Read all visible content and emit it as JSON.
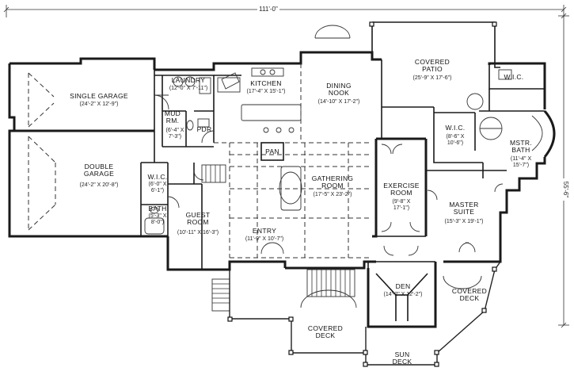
{
  "dimensions": {
    "overall_width": "111'-0\"",
    "overall_depth": "55'-6\""
  },
  "rooms": {
    "single_garage": {
      "name": "SINGLE GARAGE",
      "size": "(24'-2\" X 12'-9\")"
    },
    "double_garage": {
      "name_line1": "DOUBLE",
      "name_line2": "GARAGE",
      "size": "(24'-2\" X 20'-8\")"
    },
    "laundry": {
      "name": "LAUNDRY",
      "size": "(12'-0\" X 7'-11\")"
    },
    "mud_rm": {
      "name_line1": "MUD",
      "name_line2": "RM.",
      "size_line1": "(6'-4\" X",
      "size_line2": "7'-3\")"
    },
    "pdr": {
      "name": "PDR"
    },
    "kitchen": {
      "name": "KITCHEN",
      "size": "(17'-4\" X 15'-1\")"
    },
    "dining_nook": {
      "name_line1": "DINING",
      "name_line2": "NOOK",
      "size": "(14'-10\" X 17'-2\")"
    },
    "covered_patio": {
      "name_line1": "COVERED",
      "name_line2": "PATIO",
      "size": "(25'-9\" X 17'-6\")"
    },
    "wic_master": {
      "name": "W.I.C."
    },
    "wic_small": {
      "name": "W.I.C.",
      "size_line1": "(8'-6\" X",
      "size_line2": "10'-6\")"
    },
    "mstr_bath": {
      "name_line1": "MSTR.",
      "name_line2": "BATH",
      "size_line1": "(11'-4\" X",
      "size_line2": "15'-7\")"
    },
    "pan": {
      "name": "PAN"
    },
    "gathering_room": {
      "name_line1": "GATHERING",
      "name_line2": "ROOM",
      "size": "(17'-5\" X 23'-2\")"
    },
    "exercise_room": {
      "name_line1": "EXERCISE",
      "name_line2": "ROOM",
      "size_line1": "(9'-8\" X",
      "size_line2": "17'-1\")"
    },
    "master_suite": {
      "name_line1": "MASTER",
      "name_line2": "SUITE",
      "size": "(15'-3\" X 19'-1\")"
    },
    "wic_guest": {
      "name": "W.I.C.",
      "size_line1": "(6'-0\" X",
      "size_line2": "6'-1\")"
    },
    "bath": {
      "name": "BATH",
      "size_line1": "(5'-3\" X",
      "size_line2": "8'-0\")"
    },
    "guest_room": {
      "name_line1": "GUEST",
      "name_line2": "ROOM",
      "size": "(10'-11\" X 16'-3\")"
    },
    "entry": {
      "name": "ENTRY",
      "size": "(11'-9\" X 10'-7\")"
    },
    "den": {
      "name": "DEN",
      "size": "(14'-2\" X 12'-2\")"
    },
    "covered_deck_right": {
      "name_line1": "COVERED",
      "name_line2": "DECK"
    },
    "covered_deck_front": {
      "name_line1": "COVERED",
      "name_line2": "DECK"
    },
    "sun_deck": {
      "name_line1": "SUN",
      "name_line2": "DECK"
    }
  }
}
